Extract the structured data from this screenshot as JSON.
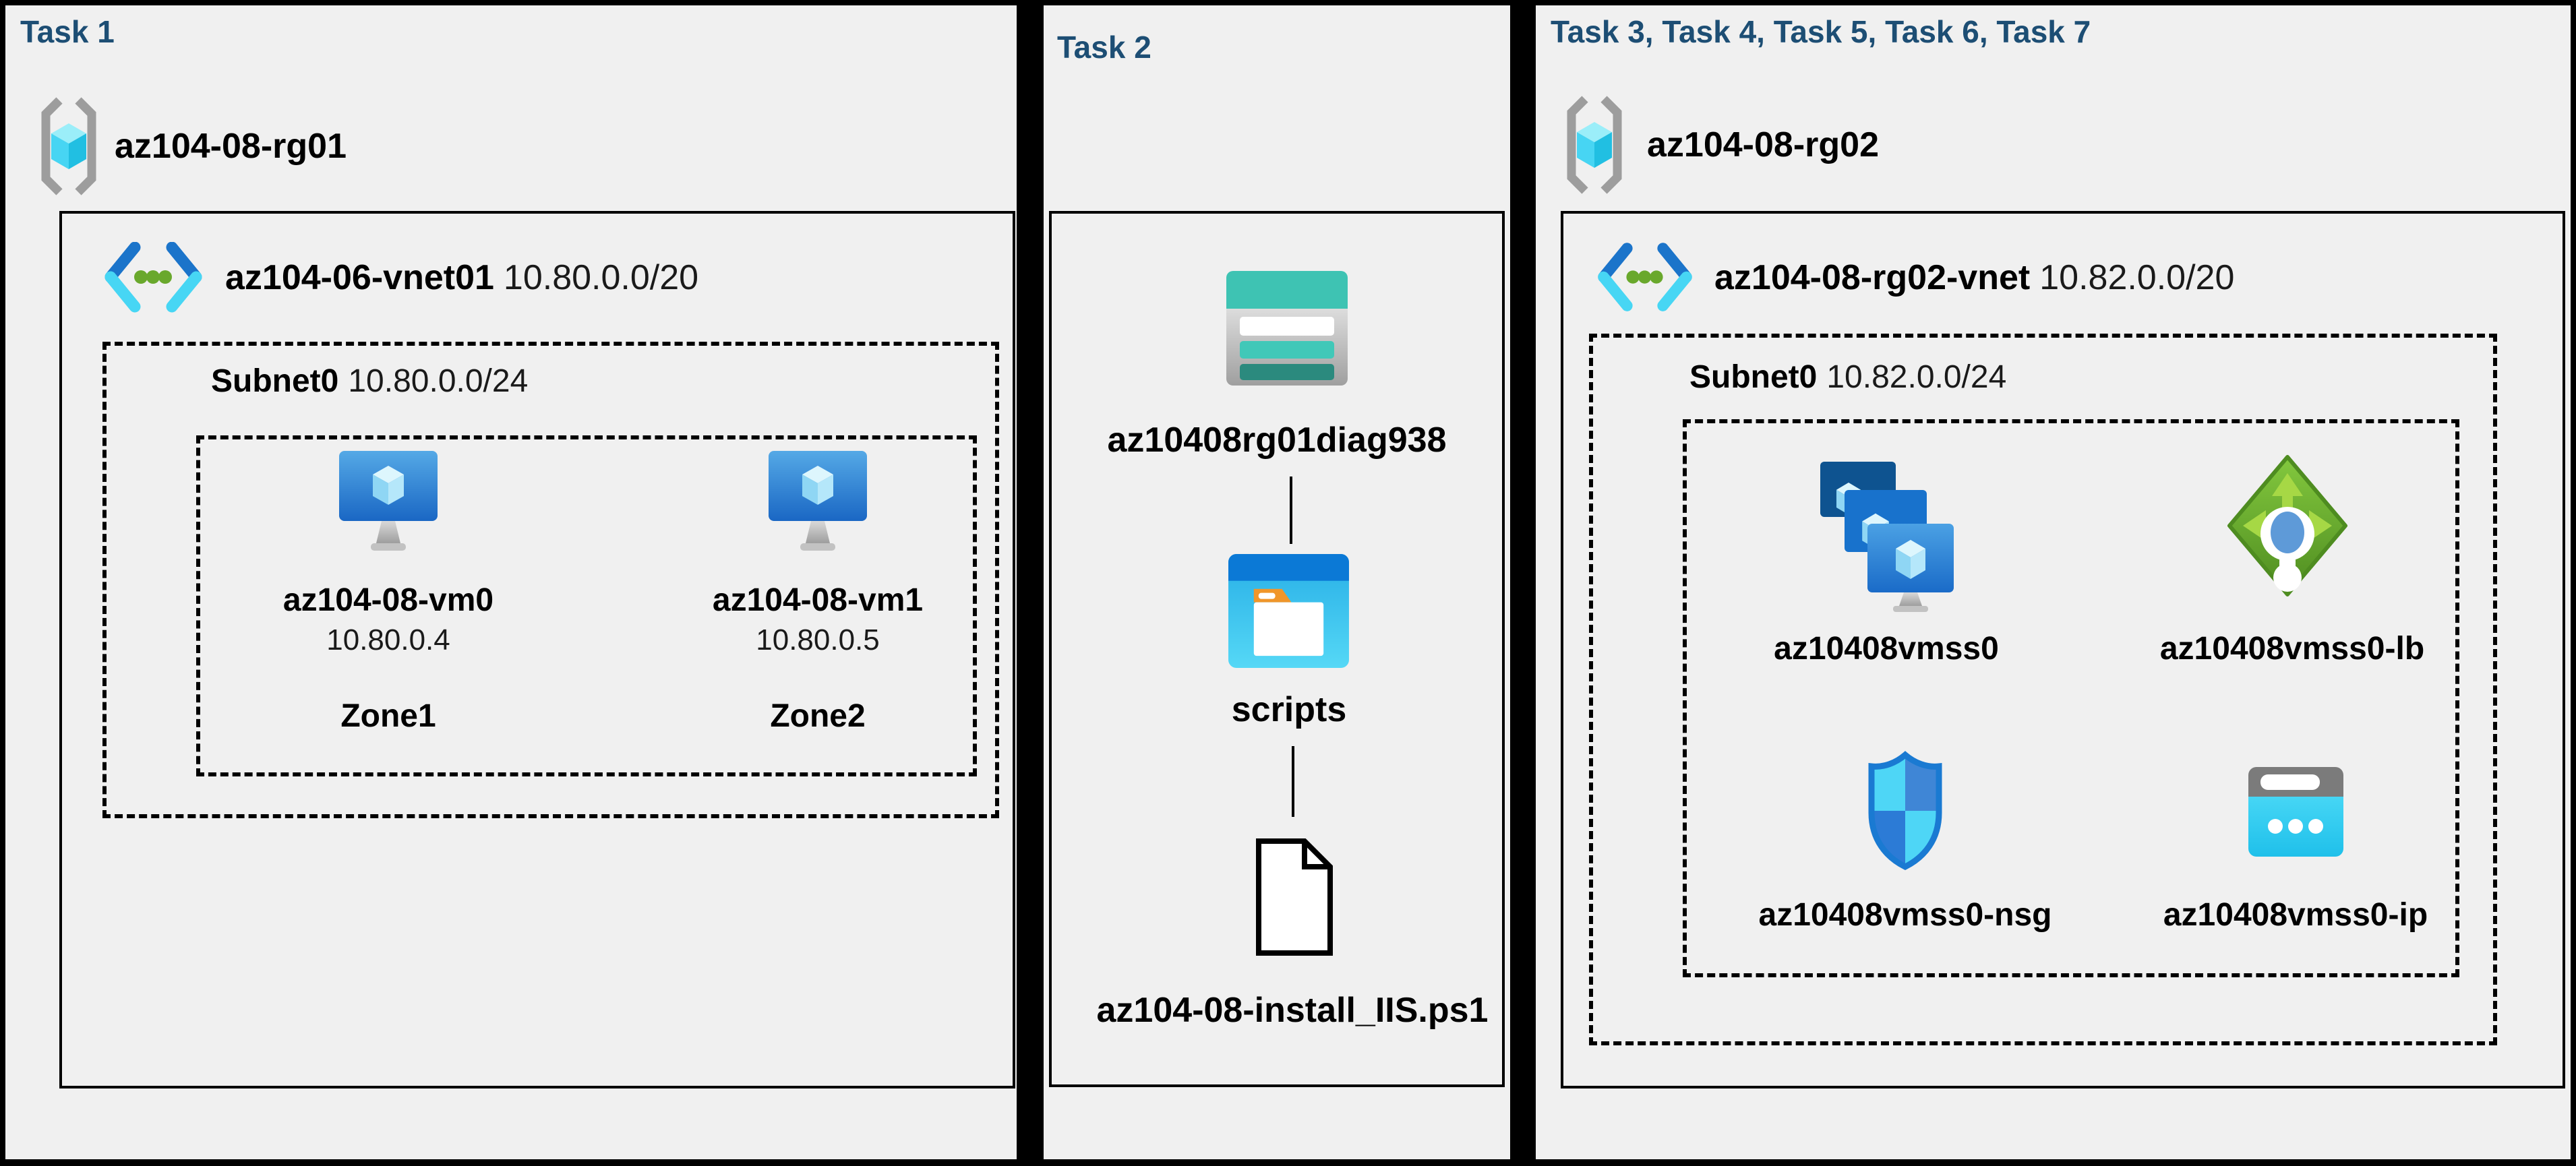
{
  "colors": {
    "background": "#000000",
    "panel_bg": "#f0f0f0",
    "title_blue": "#1d4e74",
    "storage_teal": "#3ec3b3",
    "folder_blue": "#0b79d6",
    "lb_green": "#63a82d",
    "nsg_blue": "#1a7ad2",
    "ip_cyan": "#2fc9ee"
  },
  "panels": [
    {
      "title": "Task 1",
      "resource_group": {
        "name": "az104-08-rg01",
        "icon": "resource-group-icon"
      },
      "vnet": {
        "name": "az104-06-vnet01",
        "cidr": "10.80.0.0/20",
        "icon": "virtual-network-icon"
      },
      "subnet": {
        "name": "Subnet0",
        "cidr": "10.80.0.0/24"
      },
      "vms": [
        {
          "name": "az104-08-vm0",
          "ip": "10.80.0.4",
          "zone": "Zone1",
          "icon": "virtual-machine-icon"
        },
        {
          "name": "az104-08-vm1",
          "ip": "10.80.0.5",
          "zone": "Zone2",
          "icon": "virtual-machine-icon"
        }
      ]
    },
    {
      "title": "Task 2",
      "storage_account": {
        "name": "az10408rg01diag938",
        "icon": "storage-account-icon"
      },
      "container": {
        "name": "scripts",
        "icon": "blob-container-icon"
      },
      "script_file": {
        "name": "az104-08-install_IIS.ps1",
        "icon": "ps1-file-icon"
      }
    },
    {
      "title": "Task 3, Task 4, Task 5, Task 6, Task 7",
      "resource_group": {
        "name": "az104-08-rg02",
        "icon": "resource-group-icon"
      },
      "vnet": {
        "name": "az104-08-rg02-vnet",
        "cidr": "10.82.0.0/20",
        "icon": "virtual-network-icon"
      },
      "subnet": {
        "name": "Subnet0",
        "cidr": "10.82.0.0/24"
      },
      "resources": [
        {
          "name": "az10408vmss0",
          "icon": "vmss-icon"
        },
        {
          "name": "az10408vmss0-lb",
          "icon": "load-balancer-icon"
        },
        {
          "name": "az10408vmss0-nsg",
          "icon": "nsg-icon"
        },
        {
          "name": "az10408vmss0-ip",
          "icon": "public-ip-icon"
        }
      ]
    }
  ]
}
